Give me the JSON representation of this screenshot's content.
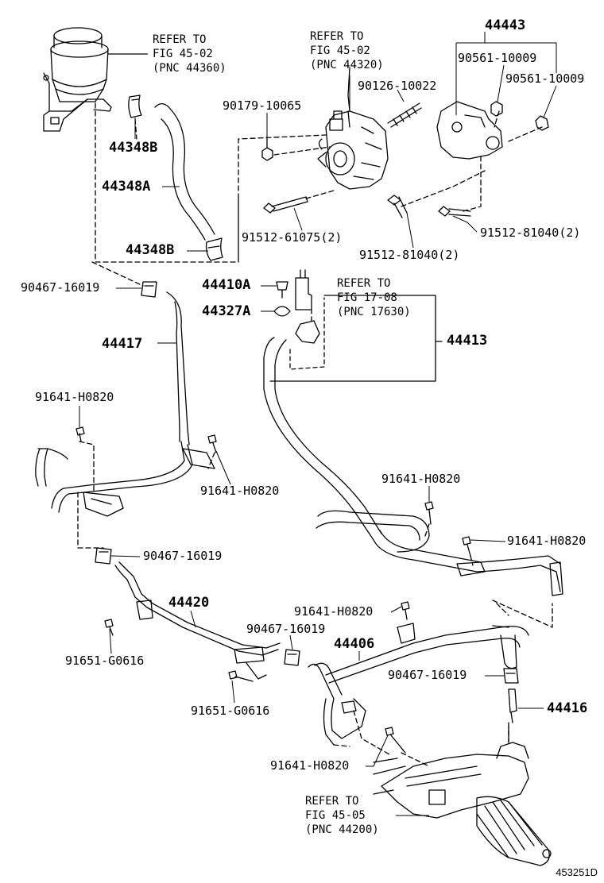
{
  "references": {
    "reservoir": [
      "REFER TO",
      "FIG 45-02",
      "(PNC 44360)"
    ],
    "pump": [
      "REFER TO",
      "FIG 45-02",
      "(PNC 44320)"
    ],
    "switch": [
      "REFER TO",
      "FIG 17-08",
      "(PNC 17630)"
    ],
    "gear": [
      "REFER TO",
      "FIG 45-05",
      "(PNC 44200)"
    ]
  },
  "parts": {
    "p44443": "44443",
    "p90561a": "90561-10009",
    "p90561b": "90561-10009",
    "p90126": "90126-10022",
    "p90179": "90179-10065",
    "p44348B_top": "44348B",
    "p44348A": "44348A",
    "p44348B_bot": "44348B",
    "p91512_61075": "91512-61075(2)",
    "p91512_81040a": "91512-81040(2)",
    "p91512_81040b": "91512-81040(2)",
    "p90467_a": "90467-16019",
    "p44410A": "44410A",
    "p44327A": "44327A",
    "p44417": "44417",
    "p44413": "44413",
    "p91641_a": "91641-H0820",
    "p91641_b": "91641-H0820",
    "p91641_c": "91641-H0820",
    "p91641_d": "91641-H0820",
    "p91641_e": "91641-H0820",
    "p91641_f": "91641-H0820",
    "p90467_b": "90467-16019",
    "p44420": "44420",
    "p90467_c": "90467-16019",
    "p44406": "44406",
    "p90467_d": "90467-16019",
    "p91651_a": "91651-G0616",
    "p91651_b": "91651-G0616",
    "p44416": "44416"
  },
  "diagram_id": "453251D"
}
